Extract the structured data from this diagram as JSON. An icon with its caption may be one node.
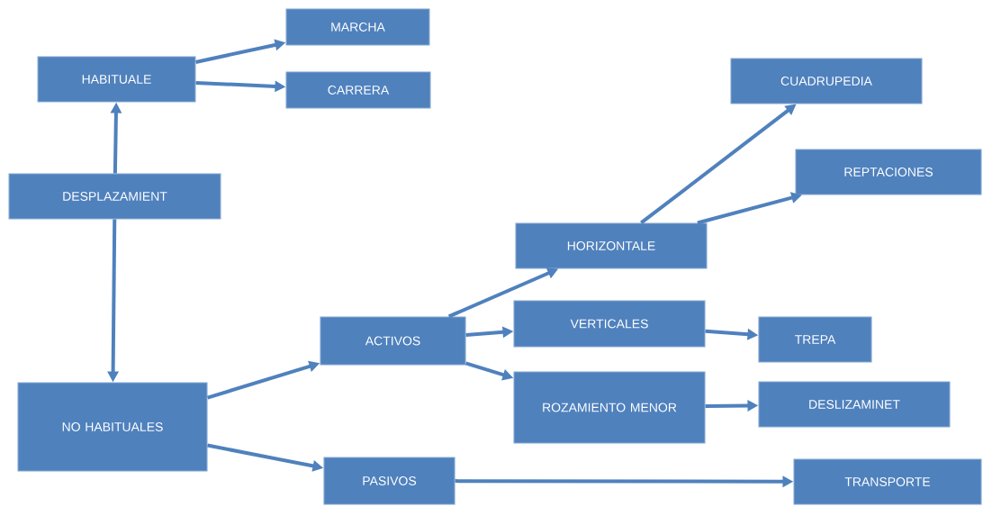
{
  "diagram": {
    "nodes": [
      {
        "text": [
          "HABITUALE"
        ]
      },
      {
        "text": [
          "MARCHA"
        ]
      },
      {
        "text": [
          "CARRERA"
        ]
      },
      {
        "text": [
          "DESPLAZAMIENT"
        ]
      },
      {
        "text": [
          "NO HABITUALES"
        ]
      },
      {
        "text": [
          "ACTIVOS"
        ]
      },
      {
        "text": [
          "PASIVOS"
        ]
      },
      {
        "text": [
          "HORIZONTALE"
        ]
      },
      {
        "text": [
          "VERTICALES"
        ]
      },
      {
        "text": [
          "ROZAMIENTO MENOR"
        ]
      },
      {
        "text": [
          "CUADRUPEDIA"
        ]
      },
      {
        "text": [
          "REPTACIONES"
        ]
      },
      {
        "text": [
          "TREPA"
        ]
      },
      {
        "text": [
          "DESLIZAMINET"
        ]
      },
      {
        "text": [
          "TRANSPORTE"
        ]
      }
    ],
    "edges": [
      {
        "from": 0,
        "to": 1,
        "arrow": "to"
      },
      {
        "from": 0,
        "to": 2,
        "arrow": "to"
      },
      {
        "from": 3,
        "to": 0,
        "arrow": "to"
      },
      {
        "from": 3,
        "to": 4,
        "arrow": "to"
      },
      {
        "from": 4,
        "to": 5,
        "arrow": "to"
      },
      {
        "from": 4,
        "to": 6,
        "arrow": "to"
      },
      {
        "from": 5,
        "to": 7,
        "arrow": "to"
      },
      {
        "from": 5,
        "to": 8,
        "arrow": "to"
      },
      {
        "from": 5,
        "to": 9,
        "arrow": "to"
      },
      {
        "from": 7,
        "to": 10,
        "arrow": "to"
      },
      {
        "from": 7,
        "to": 11,
        "arrow": "to"
      },
      {
        "from": 8,
        "to": 12,
        "arrow": "to"
      },
      {
        "from": 9,
        "to": 13,
        "arrow": "to"
      },
      {
        "from": 6,
        "to": 14,
        "arrow": "to"
      }
    ]
  }
}
